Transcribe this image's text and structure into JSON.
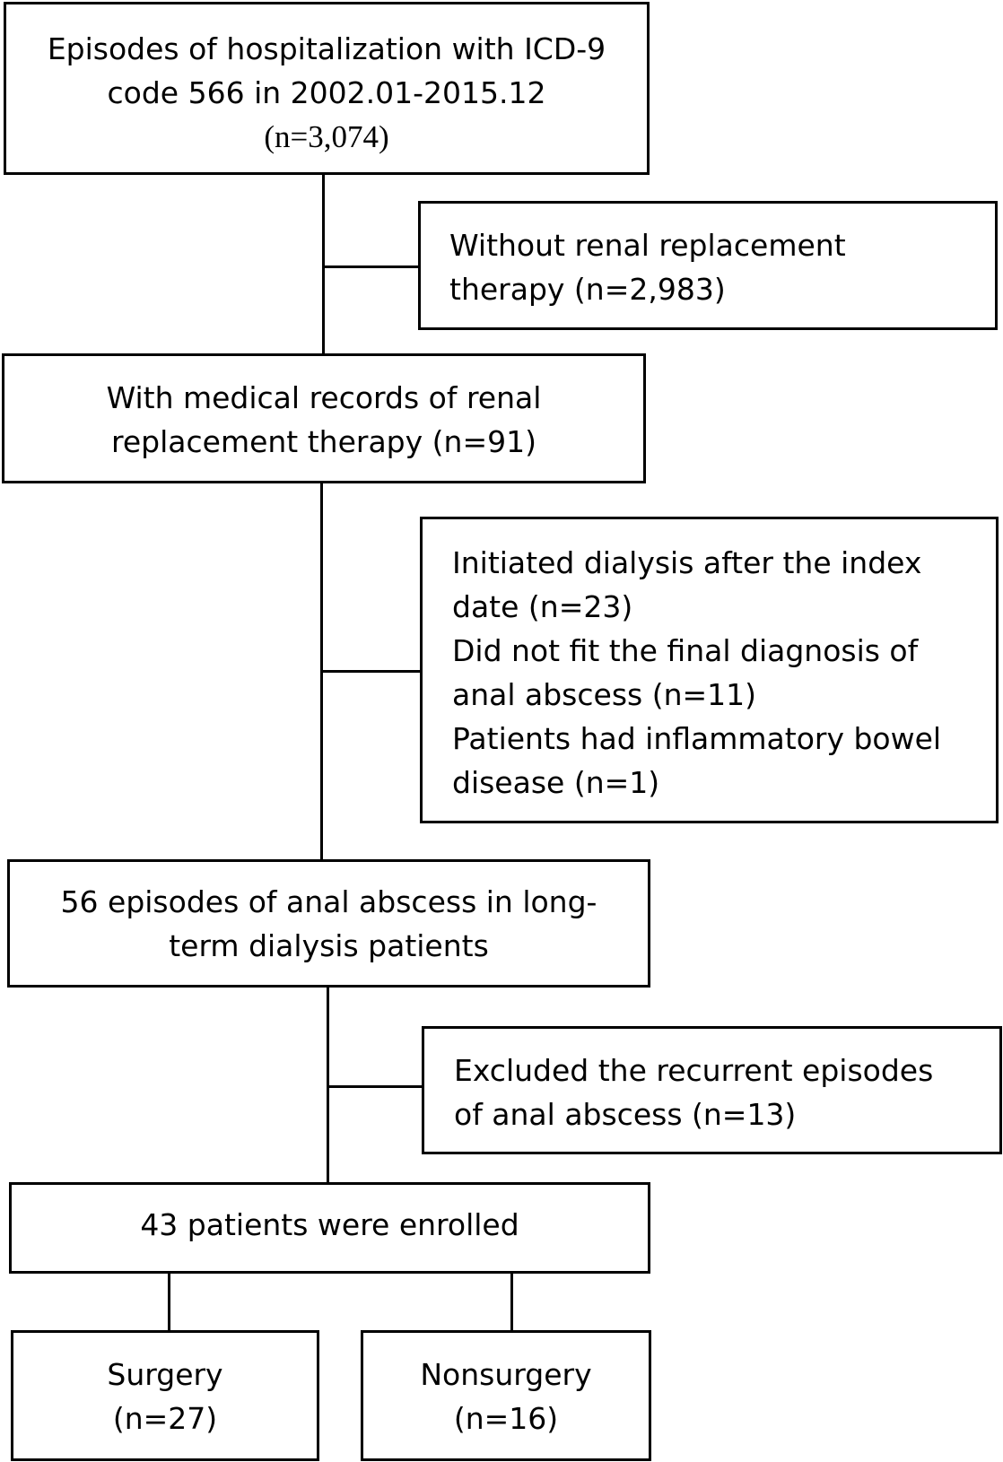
{
  "flowchart": {
    "total": {
      "lines": [
        "Episodes of hospitalization with ICD-9",
        "code 566 in 2002.01-2015.12",
        "(n=3,074)"
      ]
    },
    "excl_no_rrt": {
      "lines": [
        "Without renal replacement",
        "therapy (n=2,983)"
      ]
    },
    "with_rrt": {
      "lines": [
        "With medical records of renal",
        "replacement therapy (n=91)"
      ]
    },
    "excl_multi": {
      "lines": [
        "Initiated dialysis after the index",
        "date (n=23)",
        "Did not fit the final diagnosis of",
        "anal abscess (n=11)",
        "Patients had inflammatory bowel",
        "disease (n=1)"
      ]
    },
    "episodes": {
      "lines": [
        "56 episodes of anal abscess in long-",
        "term dialysis patients"
      ]
    },
    "excl_recurrent": {
      "lines": [
        "Excluded the recurrent episodes",
        "of anal abscess (n=13)"
      ]
    },
    "enrolled": {
      "lines": [
        "43 patients were enrolled"
      ]
    },
    "surgery": {
      "lines": [
        "Surgery",
        "(n=27)"
      ]
    },
    "nonsurgery": {
      "lines": [
        "Nonsurgery",
        "(n=16)"
      ]
    }
  }
}
